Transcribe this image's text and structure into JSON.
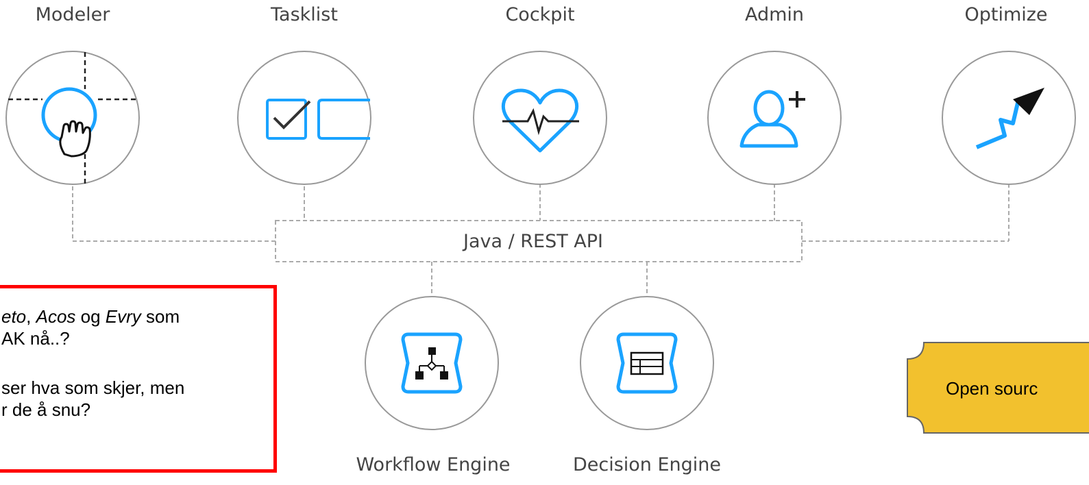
{
  "components": [
    {
      "id": "modeler",
      "label": "Modeler",
      "icon": "modeler-drag-icon"
    },
    {
      "id": "tasklist",
      "label": "Tasklist",
      "icon": "task-checkbox-icon"
    },
    {
      "id": "cockpit",
      "label": "Cockpit",
      "icon": "heartbeat-icon"
    },
    {
      "id": "admin",
      "label": "Admin",
      "icon": "add-user-icon"
    },
    {
      "id": "optimize",
      "label": "Optimize",
      "icon": "trend-arrow-icon"
    }
  ],
  "api": {
    "label": "Java / REST API"
  },
  "engines": [
    {
      "id": "workflow",
      "label": "Workflow Engine",
      "icon": "workflow-engine-icon"
    },
    {
      "id": "decision",
      "label": "Decision Engine",
      "icon": "decision-table-icon"
    }
  ],
  "note": {
    "line1": {
      "part1": "eto",
      "sep1": ", ",
      "part2": "Acos",
      "sep2": " og ",
      "part3": "Evry",
      "part4": " som"
    },
    "line2": "AK nå..?",
    "line3": " ser hva som skjer, men",
    "line4": "r de å snu?"
  },
  "callout": {
    "text": "Open sourc"
  },
  "colors": {
    "accent_blue": "#1aa3ff",
    "circle_stroke": "#999999",
    "connector": "#aaaaaa",
    "note_border": "#ff0000",
    "callout_fill": "#f2c12e"
  }
}
